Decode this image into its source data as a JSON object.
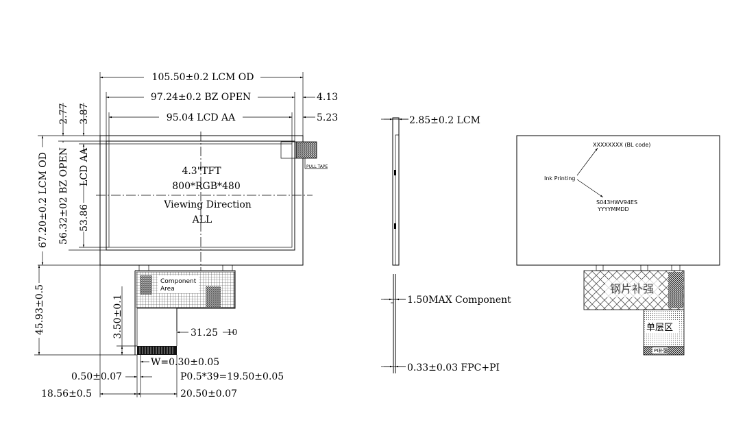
{
  "front_view": {
    "dim_lcm_od": "105.50±0.2  LCM  OD",
    "dim_bz_open": "97.24±0.2  BZ  OPEN",
    "dim_lcd_aa": "95.04  LCD  AA",
    "dim_4_13": "4.13",
    "dim_5_23": "5.23",
    "dim_2_77": "2.77",
    "dim_3_87": "3.87",
    "dim_v_lcm_od": "67.20±0.2  LCM  OD",
    "dim_v_bz_open": "56.32±02  BZ  OPEN",
    "dim_v_lcd_aa": "53.86  LCD  AA",
    "dim_45_93": "45.93±0.5",
    "dim_3_50": "3.50±0.1",
    "dim_31_25": "31.25",
    "dim_10": "10",
    "dim_w": "W=0.30±0.05",
    "dim_0_50": "0.50±0.07",
    "dim_pitch": "P0.5*39=19.50±0.05",
    "dim_18_56": "18.56±0.5",
    "dim_20_50": "20.50±0.07",
    "panel_line1": "4.3\"TFT",
    "panel_line2": "800*RGB*480",
    "panel_line3": "Viewing  Direction",
    "panel_line4": "ALL",
    "pull_tape": "PULL TAPE",
    "component_area_1": "Component",
    "component_area_2": "Area"
  },
  "side_view": {
    "dim_lcm": "2.85±0.2  LCM",
    "dim_component": "1.50MAX  Component",
    "dim_fpc": "0.33±0.03  FPC+PI"
  },
  "back_view": {
    "bl_code": "XXXXXXXX (BL code)",
    "ink_printing": "Ink Printing",
    "model": "S043HWV94ES",
    "date_code": "YYYYMMDD",
    "stiffener": "钢片补强",
    "single_layer": "单层区",
    "pi_label": "PI补强"
  }
}
